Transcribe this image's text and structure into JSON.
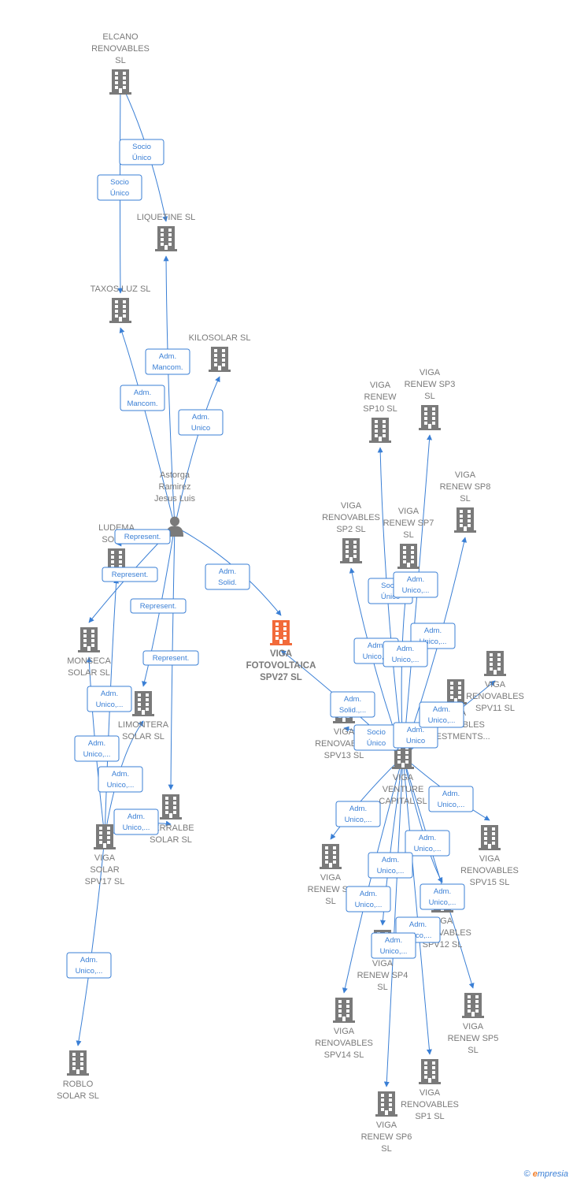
{
  "colors": {
    "edge": "#3a7fd5",
    "building": "#7a7a7a",
    "focus_building": "#f26a3a",
    "label": "#7a7a7a"
  },
  "nodes": [
    {
      "id": "elcano",
      "lines": [
        "ELCANO",
        "RENOVABLES",
        "SL"
      ],
      "icon": "building-icon"
    },
    {
      "id": "liquetine",
      "lines": [
        "LIQUETINE  SL"
      ],
      "icon": "building-icon"
    },
    {
      "id": "taxos",
      "lines": [
        "TAXOS LUZ  SL"
      ],
      "icon": "building-icon"
    },
    {
      "id": "kilosolar",
      "lines": [
        "KILOSOLAR  SL"
      ],
      "icon": "building-icon"
    },
    {
      "id": "astorga",
      "lines": [
        "Astorga",
        "Ramirez",
        "Jesus Luis"
      ],
      "icon": "person-icon"
    },
    {
      "id": "ludema",
      "lines": [
        "LUDEMA",
        "SOLAR"
      ],
      "icon": "building-icon"
    },
    {
      "id": "monseca",
      "lines": [
        "MONSECA",
        "SOLAR  SL"
      ],
      "icon": "building-icon"
    },
    {
      "id": "limontera",
      "lines": [
        "LIMONTERA",
        "SOLAR  SL"
      ],
      "icon": "building-icon"
    },
    {
      "id": "cerralbe",
      "lines": [
        "CERRALBE",
        "SOLAR  SL"
      ],
      "icon": "building-icon"
    },
    {
      "id": "spv17",
      "lines": [
        "VIGA",
        "SOLAR",
        "SPV17  SL"
      ],
      "icon": "building-icon"
    },
    {
      "id": "roblo",
      "lines": [
        "ROBLO",
        "SOLAR  SL"
      ],
      "icon": "building-icon"
    },
    {
      "id": "focus",
      "lines": [
        "VIGA",
        "FOTOVOLTAICA",
        "SPV27  SL"
      ],
      "icon": "building-icon"
    },
    {
      "id": "sp10",
      "lines": [
        "VIGA",
        "RENEW",
        "SP10  SL"
      ],
      "icon": "building-icon"
    },
    {
      "id": "sp3",
      "lines": [
        "VIGA",
        "RENEW SP3",
        "SL"
      ],
      "icon": "building-icon"
    },
    {
      "id": "sp8",
      "lines": [
        "VIGA",
        "RENEW SP8",
        "SL"
      ],
      "icon": "building-icon"
    },
    {
      "id": "sp2",
      "lines": [
        "VIGA",
        "RENOVABLES",
        "SP2  SL"
      ],
      "icon": "building-icon"
    },
    {
      "id": "sp7",
      "lines": [
        "VIGA",
        "RENEW SP7",
        "SL"
      ],
      "icon": "building-icon"
    },
    {
      "id": "spv11",
      "lines": [
        "VIGA",
        "RENOVABLES",
        "SPV11  SL"
      ],
      "icon": "building-icon"
    },
    {
      "id": "investments",
      "lines": [
        "VIGA",
        "RENOVABLES",
        "INVESTMENTS..."
      ],
      "icon": "building-icon"
    },
    {
      "id": "spv13",
      "lines": [
        "VIGA",
        "RENOVABLES",
        "SPV13  SL"
      ],
      "icon": "building-icon"
    },
    {
      "id": "venture",
      "lines": [
        "VIGA",
        "VENTURE",
        "CAPITAL  SL"
      ],
      "icon": "building-icon"
    },
    {
      "id": "renews",
      "lines": [
        "VIGA",
        "RENEW SP",
        "SL"
      ],
      "icon": "building-icon"
    },
    {
      "id": "spv15",
      "lines": [
        "VIGA",
        "RENOVABLES",
        "SPV15  SL"
      ],
      "icon": "building-icon"
    },
    {
      "id": "spv12",
      "lines": [
        "VIGA",
        "RENOVABLES",
        "SPV12  SL"
      ],
      "icon": "building-icon"
    },
    {
      "id": "sp4",
      "lines": [
        "VIGA",
        "RENEW SP4",
        "SL"
      ],
      "icon": "building-icon"
    },
    {
      "id": "spv14",
      "lines": [
        "VIGA",
        "RENOVABLES",
        "SPV14  SL"
      ],
      "icon": "building-icon"
    },
    {
      "id": "sp5",
      "lines": [
        "VIGA",
        "RENEW SP5",
        "SL"
      ],
      "icon": "building-icon"
    },
    {
      "id": "sp1",
      "lines": [
        "VIGA",
        "RENOVABLES",
        "SP1  SL"
      ],
      "icon": "building-icon"
    },
    {
      "id": "sp6",
      "lines": [
        "VIGA",
        "RENEW SP6",
        "SL"
      ],
      "icon": "building-icon"
    }
  ],
  "edge_labels": [
    [
      "Socio",
      "Único"
    ],
    [
      "Socio",
      "Único"
    ],
    [
      "Adm.",
      "Mancom."
    ],
    [
      "Adm.",
      "Mancom."
    ],
    [
      "Adm.",
      "Unico"
    ],
    [
      "Represent."
    ],
    [
      "Represent."
    ],
    [
      "Represent."
    ],
    [
      "Represent."
    ],
    [
      "Adm.",
      "Solid."
    ],
    [
      "Adm.",
      "Unico,..."
    ],
    [
      "Adm.",
      "Unico,..."
    ],
    [
      "Adm.",
      "Unico,..."
    ],
    [
      "Adm.",
      "Unico,..."
    ],
    [
      "Adm.",
      "Unico,..."
    ],
    [
      "Socio",
      "Único"
    ],
    [
      "Adm.",
      "Unico,..."
    ],
    [
      "Adm.",
      "Unico,..."
    ],
    [
      "Adm.",
      "Unico,..."
    ],
    [
      "Adm.",
      "Unico,..."
    ],
    [
      "Adm.",
      "Solid.,..."
    ],
    [
      "Socio",
      "Único"
    ],
    [
      "Adm.",
      "Unico"
    ],
    [
      "Adm.",
      "Unico,..."
    ],
    [
      "Adm.",
      "Unico,..."
    ],
    [
      "Adm.",
      "Unico,..."
    ],
    [
      "Adm.",
      "Unico,..."
    ],
    [
      "Adm.",
      "Unico,..."
    ],
    [
      "Adm.",
      "Unico,..."
    ],
    [
      "Adm.",
      "Unico,..."
    ],
    [
      "Adm.",
      "Unico,..."
    ],
    [
      "Adm.",
      "Unico,..."
    ],
    [
      "Adm.",
      "Unico,..."
    ]
  ],
  "footer": {
    "copyright": "©",
    "brand_initial": "e",
    "brand_rest": "mpresia"
  }
}
